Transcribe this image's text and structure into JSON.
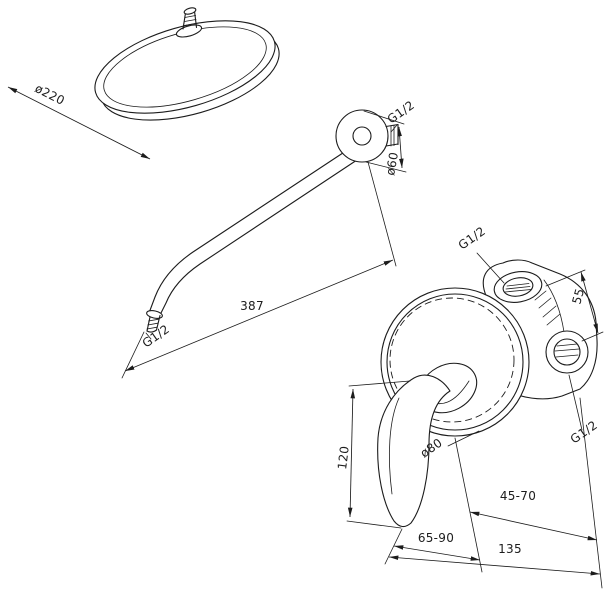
{
  "drawing": {
    "background": "#ffffff",
    "stroke_color": "#1c1c1c",
    "shower_head": {
      "diameter_label": "ø220"
    },
    "shower_arm": {
      "wall_thread_label": "G1/2",
      "flange_diameter_label": "ø60",
      "length_label": "387",
      "outlet_thread_label": "G1/2"
    },
    "mixer_valve": {
      "top_port_thread_label": "G1/2",
      "port_spacing_label": "55",
      "side_port_thread_label": "G1/2",
      "escutcheon_diameter_label": "ø80",
      "handle_length_label": "120",
      "mounting_depth_label": "65-90",
      "body_depth_label": "45-70",
      "total_depth_label": "135"
    }
  }
}
